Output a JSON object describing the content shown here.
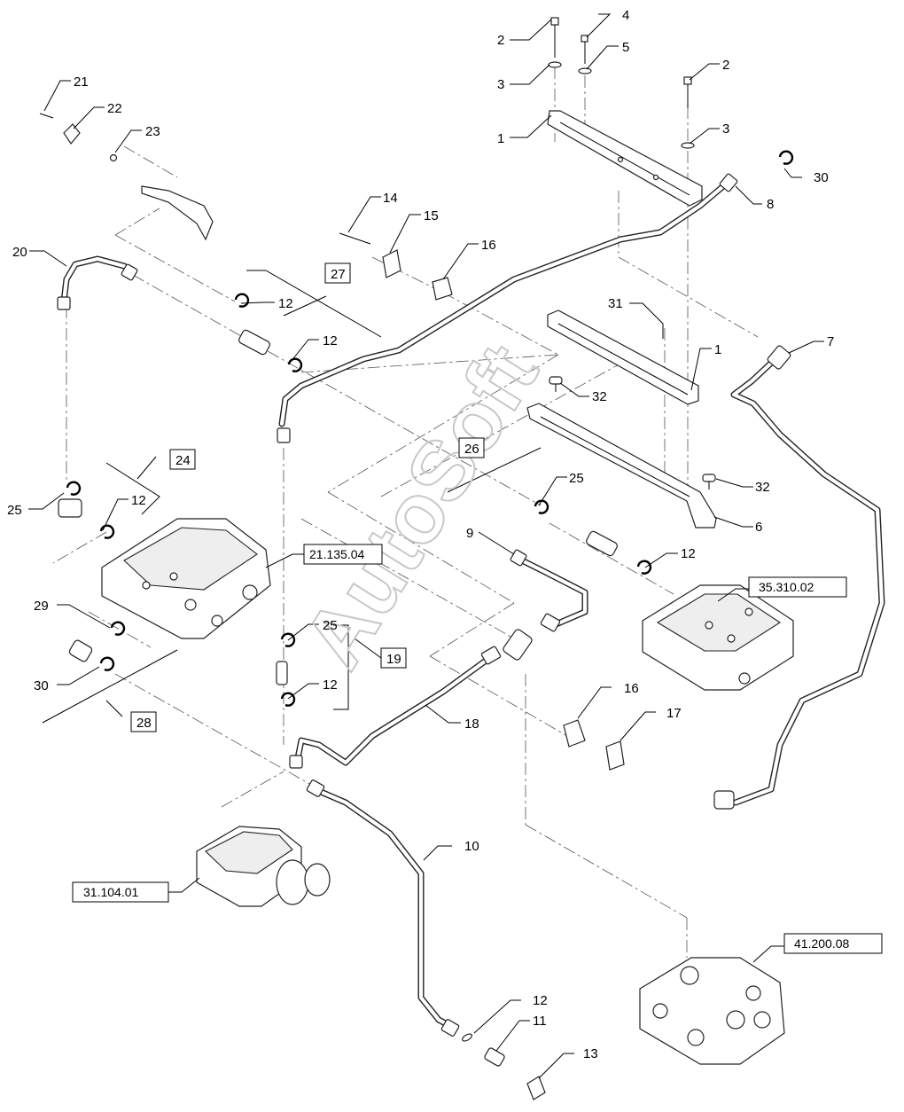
{
  "watermark": "AutoSoft",
  "callouts": {
    "c1a": "1",
    "c1b": "1",
    "c2a": "2",
    "c2b": "2",
    "c3a": "3",
    "c3b": "3",
    "c4": "4",
    "c5": "5",
    "c6": "6",
    "c7": "7",
    "c8": "8",
    "c9": "9",
    "c10": "10",
    "c11": "11",
    "c12a": "12",
    "c12b": "12",
    "c12c": "12",
    "c12d": "12",
    "c12e": "12",
    "c12f": "12",
    "c13": "13",
    "c14": "14",
    "c15": "15",
    "c16a": "16",
    "c16b": "16",
    "c17": "17",
    "c18": "18",
    "c20": "20",
    "c21": "21",
    "c22": "22",
    "c23": "23",
    "c25a": "25",
    "c25b": "25",
    "c25c": "25",
    "c29": "29",
    "c30a": "30",
    "c30b": "30",
    "c31": "31",
    "c32a": "32",
    "c32b": "32"
  },
  "boxed_callouts": {
    "b19": "19",
    "b24": "24",
    "b26": "26",
    "b27": "27",
    "b28": "28"
  },
  "references": {
    "r1": "21.135.04",
    "r2": "35.310.02",
    "r3": "31.104.01",
    "r4": "41.200.08"
  }
}
